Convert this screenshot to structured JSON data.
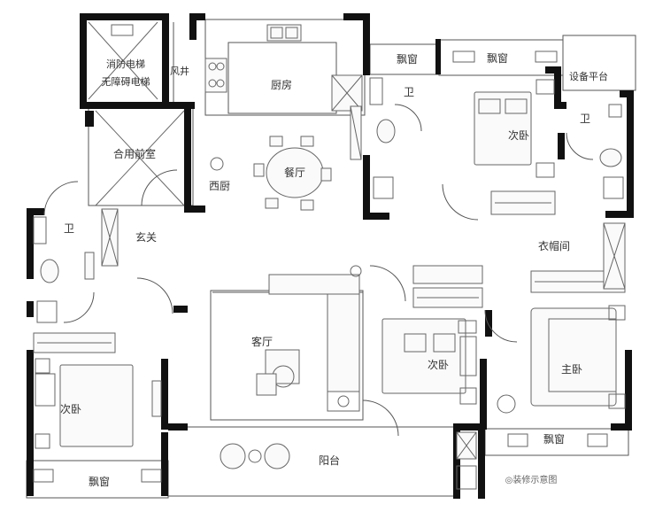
{
  "rooms": {
    "elevator": "消防电梯\n无障碍电梯",
    "air_shaft": "风井",
    "shared_lobby": "合用前室",
    "kitchen": "厨房",
    "west_kitchen": "西厨",
    "dining": "餐厅",
    "entrance": "玄关",
    "bath_left": "卫",
    "bath_center": "卫",
    "bath_right": "卫",
    "bay_window_top_center": "飘窗",
    "bay_window_top_right": "飘窗",
    "equipment_platform": "设备平台",
    "bedroom_top_right": "次卧",
    "cloakroom": "衣帽间",
    "living_room": "客厅",
    "bedroom_center": "次卧",
    "master_bedroom": "主卧",
    "bedroom_left": "次卧",
    "balcony": "阳台",
    "bay_window_bottom_left": "飘窗",
    "bay_window_bottom_right": "飘窗"
  },
  "footer": {
    "note": "◎装修示意图"
  }
}
